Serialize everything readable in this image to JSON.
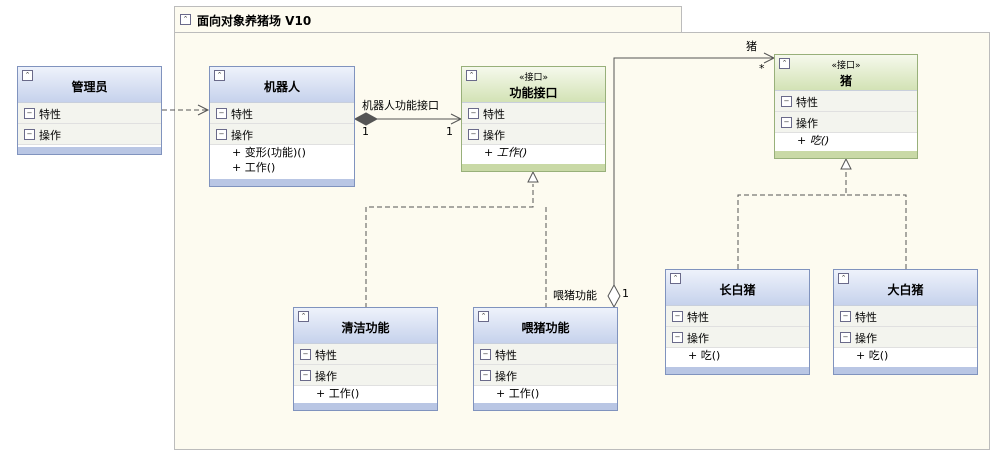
{
  "package": {
    "title": "面向对象养猪场 V10"
  },
  "sections": {
    "attributes": "特性",
    "operations": "操作"
  },
  "stereotype": "«接口»",
  "classes": {
    "manager": {
      "name": "管理员"
    },
    "robot": {
      "name": "机器人",
      "ops": [
        "+ 变形(功能)()",
        "+ 工作()"
      ]
    },
    "func_iface": {
      "name": "功能接口",
      "ops": [
        "+ 工作()"
      ]
    },
    "pig": {
      "name": "猪",
      "ops": [
        "+ 吃()"
      ]
    },
    "cleaning": {
      "name": "清洁功能",
      "ops": [
        "+ 工作()"
      ]
    },
    "feeding": {
      "name": "喂猪功能",
      "ops": [
        "+ 工作()"
      ]
    },
    "longwhite": {
      "name": "长白猪",
      "ops": [
        "+ 吃()"
      ]
    },
    "bigwhite": {
      "name": "大白猪",
      "ops": [
        "+ 吃()"
      ]
    }
  },
  "labels": {
    "robot_func_role": "机器人功能接口",
    "mult_robot": "1",
    "mult_iface": "1",
    "pig_role": "猪",
    "mult_pig": "*",
    "feed_role": "喂猪功能",
    "mult_feed": "1"
  }
}
